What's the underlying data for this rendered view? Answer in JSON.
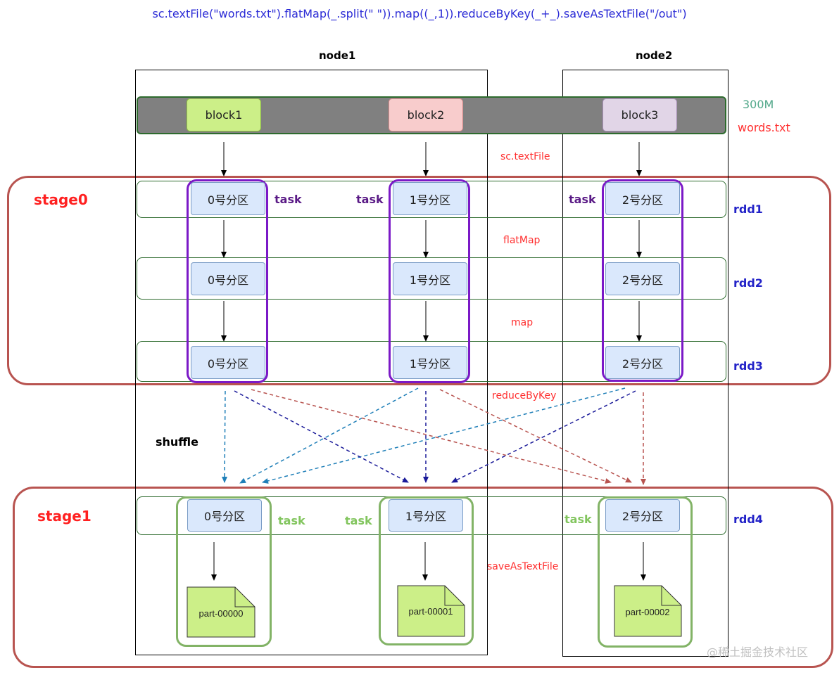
{
  "code": "sc.textFile(\"words.txt\").flatMap(_.split(\" \")).map((_,1)).reduceByKey(_+_).saveAsTextFile(\"/out\")",
  "nodes": {
    "node1": "node1",
    "node2": "node2"
  },
  "file": {
    "size": "300M",
    "name": "words.txt"
  },
  "blocks": [
    "block1",
    "block2",
    "block3"
  ],
  "ops": {
    "textFile": "sc.textFile",
    "flatMap": "flatMap",
    "map": "map",
    "reduceByKey": "reduceByKey",
    "saveAsTextFile": "saveAsTextFile"
  },
  "stages": {
    "stage0": "stage0",
    "stage1": "stage1"
  },
  "rdds": {
    "rdd1": "rdd1",
    "rdd2": "rdd2",
    "rdd3": "rdd3",
    "rdd4": "rdd4"
  },
  "partitions": [
    "0号分区",
    "1号分区",
    "2号分区"
  ],
  "task_label": "task",
  "shuffle_label": "shuffle",
  "outputs": [
    "part-00000",
    "part-00001",
    "part-00002"
  ],
  "watermark": "@稀土掘金技术社区",
  "colors": {
    "stage_border": "#b85450",
    "task_stage0": "#7b19c7",
    "task_stage1": "#82b366",
    "rdd_label": "#2323c8",
    "op_label": "#ff3030",
    "code": "#2b2bd6"
  }
}
